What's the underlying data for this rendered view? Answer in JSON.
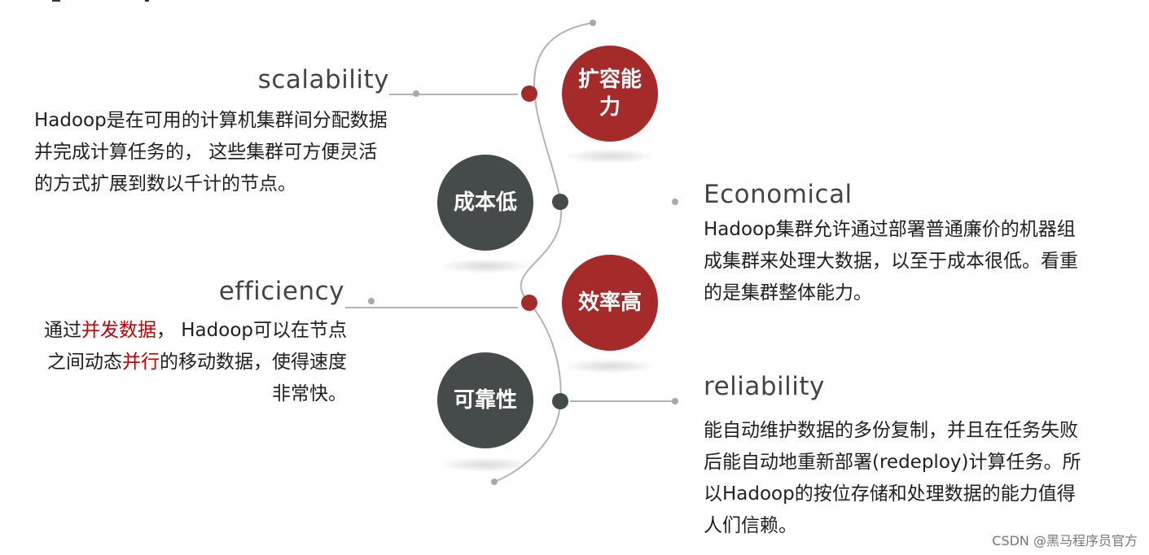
{
  "items": [
    {
      "badge": "扩容能力",
      "title": "scalability",
      "desc": [
        {
          "text": " Hadoop是在可用的计算机集群间分配数据并完成计算任务的， 这些集群可方便灵活的方式扩展到数以千计的节点。",
          "hl": false
        }
      ]
    },
    {
      "badge": "成本低",
      "title": "Economical",
      "desc": [
        {
          "text": " Hadoop集群允许通过部署普通廉价的机器组成集群来处理大数据，以至于成本很低。看重的是集群整体能力。",
          "hl": false
        }
      ]
    },
    {
      "badge": "效率高",
      "title": "efficiency",
      "desc": [
        {
          "text": "通过",
          "hl": false
        },
        {
          "text": "并发数据",
          "hl": true
        },
        {
          "text": "， Hadoop可以在节点之间动态",
          "hl": false
        },
        {
          "text": "并行",
          "hl": true
        },
        {
          "text": "的移动数据，使得速度非常快。",
          "hl": false
        }
      ]
    },
    {
      "badge": "可靠性",
      "title": "reliability",
      "desc": [
        {
          "text": "能自动维护数据的多份复制，并且在任务失败后能自动地重新部署(redeploy)计算任务。所以Hadoop的按位存储和处理数据的能力值得人们信赖。",
          "hl": false
        }
      ]
    }
  ],
  "watermark": "CSDN @黑马程序员官方",
  "colors": {
    "red": "#a52a2a",
    "gray": "#454a4a",
    "highlight": "#c00000",
    "line": "#b3b3b3"
  }
}
